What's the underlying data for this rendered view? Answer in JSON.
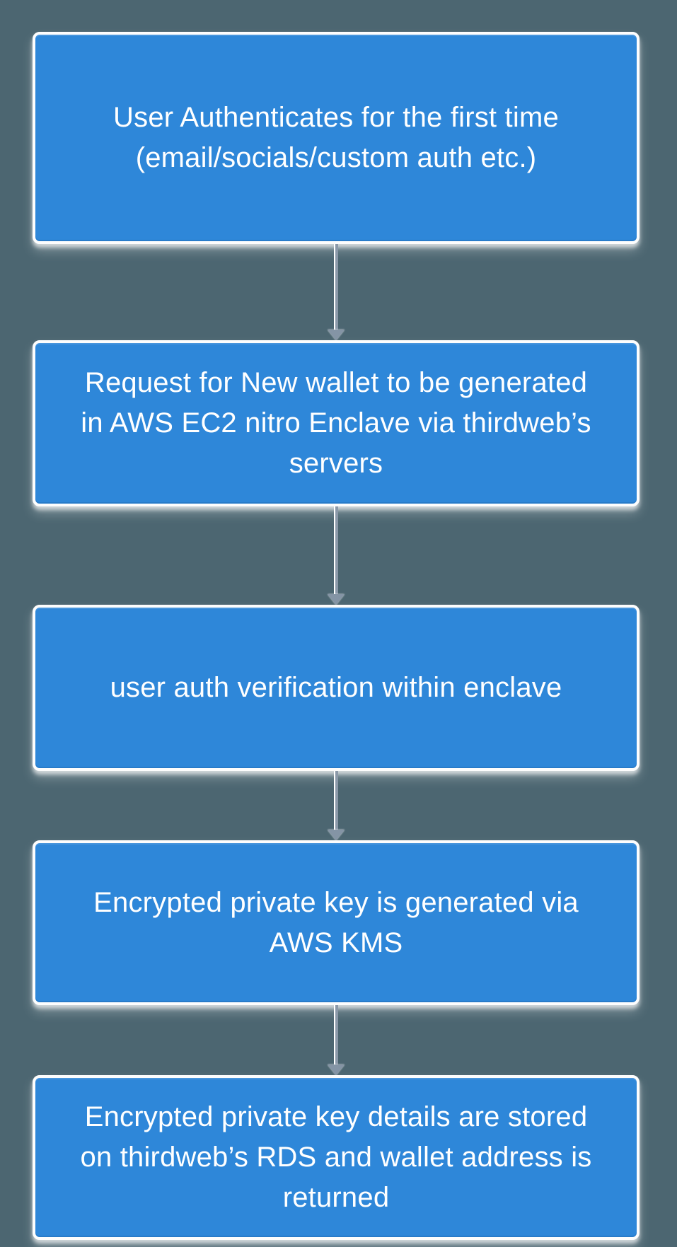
{
  "diagram": {
    "type": "flowchart",
    "direction": "top-down",
    "nodes": [
      {
        "id": "user-authenticates",
        "text": "User Authenticates for the first time (email/socials/custom auth etc.)",
        "lines": [
          "User Authenticates for the first time",
          "(email/socials/custom auth etc.)"
        ]
      },
      {
        "id": "request-new-wallet",
        "text": "Request for New wallet to be generated in AWS EC2 nitro Enclave via thirdweb’s servers",
        "lines": [
          "Request for New wallet to be generated",
          "in AWS EC2 nitro Enclave via thirdweb’s",
          "servers"
        ]
      },
      {
        "id": "auth-verification-enclave",
        "text": "user auth verification within enclave",
        "lines": [
          "user auth verification within enclave"
        ]
      },
      {
        "id": "key-generated-kms",
        "text": "Encrypted private key is generated via AWS KMS",
        "lines": [
          "Encrypted private key is generated via",
          "AWS KMS"
        ]
      },
      {
        "id": "key-stored-rds",
        "text": "Encrypted private key details are stored on thirdweb’s RDS and wallet address is returned",
        "lines": [
          "Encrypted private key details are stored",
          "on thirdweb’s RDS and wallet address is",
          "returned"
        ]
      }
    ],
    "connectors": [
      {
        "from_node": "user-authenticates",
        "to_node": "request-new-wallet",
        "style": "arrow-down"
      },
      {
        "from_node": "request-new-wallet",
        "to_node": "auth-verification-enclave",
        "style": "arrow-down"
      },
      {
        "from_node": "auth-verification-enclave",
        "to_node": "key-generated-kms",
        "style": "arrow-down"
      },
      {
        "from_node": "key-generated-kms",
        "to_node": "key-stored-rds",
        "style": "arrow-down"
      }
    ]
  },
  "colors": {
    "background": "#4c6671",
    "node_fill": "#2e87d9",
    "node_border": "#fdfdfd",
    "node_text": "#ffffff",
    "arrow_shaft": "#8b99a9",
    "arrow_head": "#8494a5",
    "arrow_highlight": "#ffffff"
  }
}
